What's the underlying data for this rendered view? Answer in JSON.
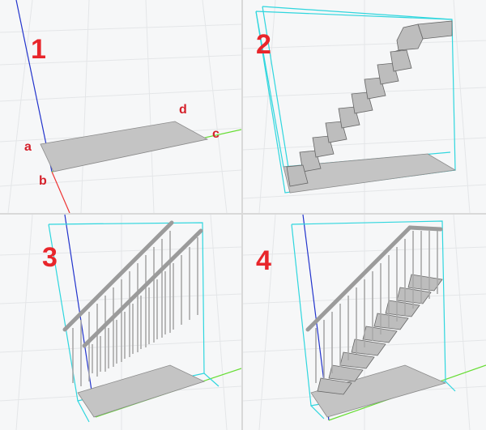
{
  "panels": [
    {
      "step": "1",
      "points": {
        "a": "a",
        "b": "b",
        "c": "c",
        "d": "d"
      }
    },
    {
      "step": "2"
    },
    {
      "step": "3"
    },
    {
      "step": "4"
    }
  ],
  "colors": {
    "step_label": "#e8262b",
    "point_label": "#d5202a",
    "axis_z": "#2233cc",
    "axis_x": "#ee3333",
    "axis_y": "#66dd33",
    "bounding_box": "#2fd6de",
    "stair_fill": "#bdbdbd",
    "landing_fill": "#c4c4c4",
    "rail": "#a9a9a9",
    "background": "#f6f7f8"
  }
}
